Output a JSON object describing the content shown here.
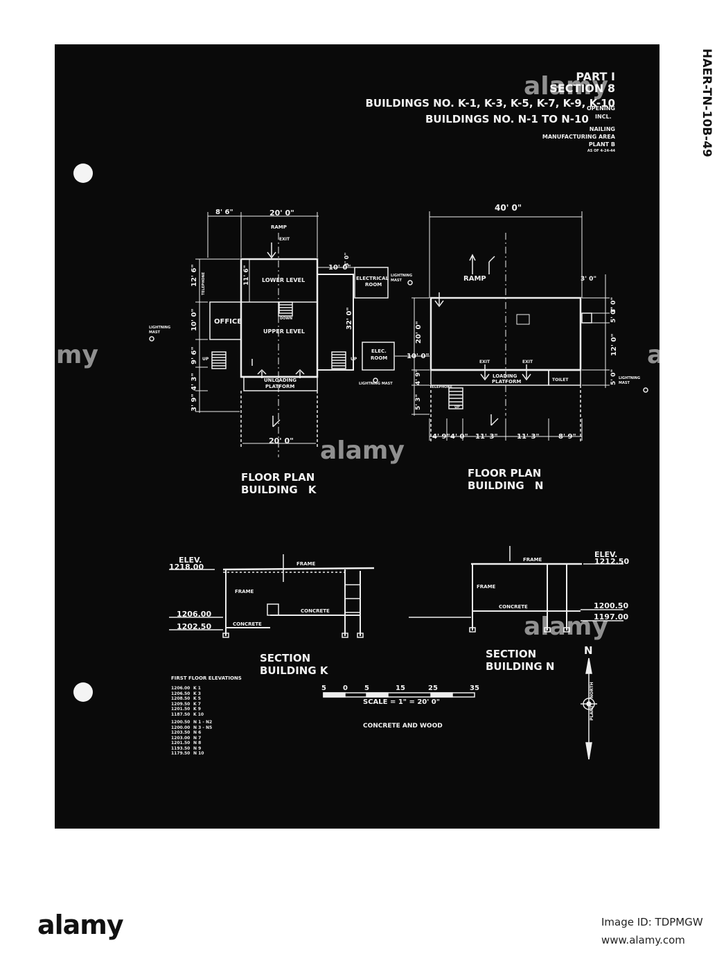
{
  "title_block": {
    "line1": "PART I",
    "line2": "SECTION 8",
    "line3": "BUILDINGS NO. K-1, K-3, K-5, K-7, K-9, K-10",
    "line4_small": "OPENING",
    "line5": "BUILDINGS NO. N-1 TO N-10",
    "line5_incl": "INCL.",
    "line6": "NAILING",
    "line7": "MANUFACTURING AREA",
    "line8": "PLANT B",
    "line9": "AS OF 4-24-44"
  },
  "reference_number": "HAER-TN-10B-49",
  "plan_k": {
    "title_line1": "FLOOR PLAN",
    "title_line2": "BUILDING K",
    "dim_top_left": "8' 6\"",
    "dim_top": "20' 0\"",
    "dim_bottom": "20' 0\"",
    "dim_left_1": "12' 6\"",
    "dim_left_2": "10' 0\"",
    "dim_left_3": "9' 6\"",
    "dim_left_4": "4' 3\"",
    "dim_left_5": "3' 9\"",
    "dim_inner_1": "11' 6\"",
    "dim_mid_1": "10' 0\"",
    "dim_mid_2": "3' 0\"",
    "dim_mid_3": "32' 0\"",
    "dim_mid_4": "10' 0\"",
    "ramp": "RAMP",
    "exit": "EXIT",
    "lower_level": "LOWER LEVEL",
    "upper_level": "UPPER LEVEL",
    "down": "DOWN",
    "office": "OFFICE",
    "telephone": "TELEPHONE",
    "up1": "UP",
    "up2": "UP",
    "unloading_1": "UNLOADING",
    "unloading_2": "PLATFORM",
    "electrical_1": "ELECTRICAL",
    "electrical_2": "ROOM",
    "elec_1": "ELEC.",
    "elec_2": "ROOM",
    "lightning_mast_1": "LIGHTNING",
    "lightning_mast_2": "MAST",
    "lightning_mast_bottom": "LIGHTNING MAST"
  },
  "plan_n": {
    "title_line1": "FLOOR PLAN",
    "title_line2": "BUILDING N",
    "dim_top": "40' 0\"",
    "dim_right_1": "3' 0\"",
    "dim_right_2": "3' 0\"",
    "dim_right_3": "5' 0\"",
    "dim_right_4": "12' 0\"",
    "dim_right_5": "5' 0\"",
    "dim_left_1": "20' 0\"",
    "dim_left_2": "4' 9\"",
    "dim_left_3": "5' 3\"",
    "dim_bottom": [
      "4' 9\"",
      "4' 0\"",
      "11' 3\"",
      "11' 3\"",
      "8' 9\""
    ],
    "ramp": "RAMP",
    "exit1": "EXIT",
    "exit2": "EXIT",
    "loading_1": "LOADING",
    "loading_2": "PLATFORM",
    "toilet": "TOILET",
    "telephone": "TELEPHONE",
    "up": "UP",
    "lightning_1": "LIGHTNING",
    "lightning_2": "MAST"
  },
  "section_k": {
    "title_line1": "SECTION",
    "title_line2": "BUILDING K",
    "elev_label": "ELEV.",
    "elev_top": "1218.00",
    "elev_mid": "1206.00",
    "elev_low": "1202.50",
    "frame_top": "FRAME",
    "frame_side": "FRAME",
    "concrete_1": "CONCRETE",
    "concrete_2": "CONCRETE"
  },
  "section_n": {
    "title_line1": "SECTION",
    "title_line2": "BUILDING N",
    "elev_label": "ELEV.",
    "elev_top": "1212.50",
    "elev_mid": "1200.50",
    "elev_low": "1197.00",
    "frame_top": "FRAME",
    "frame_side": "FRAME",
    "concrete": "CONCRETE"
  },
  "scale": {
    "ticks": [
      "5",
      "0",
      "5",
      "15",
      "25",
      "35"
    ],
    "label": "SCALE = 1\" = 20' 0\""
  },
  "materials": "CONCRETE AND WOOD",
  "north": {
    "letter": "N",
    "plant": "PLANT",
    "north_word": "NORTH"
  },
  "first_floor_elevations": {
    "heading": "FIRST FLOOR ELEVATIONS",
    "rows": [
      [
        "1206.00",
        "K 1"
      ],
      [
        "1206.50",
        "K 3"
      ],
      [
        "1208.50",
        "K 5"
      ],
      [
        "1209.50",
        "K 7"
      ],
      [
        "1201.50",
        "K 9"
      ],
      [
        "1187.50",
        "K 10"
      ],
      [
        "1200.50",
        "N 1 - N2"
      ],
      [
        "1200.00",
        "N 3 - N5"
      ],
      [
        "1203.50",
        "N 6"
      ],
      [
        "1203.00",
        "N 7"
      ],
      [
        "1201.50",
        "N 8"
      ],
      [
        "1193.50",
        "N 9"
      ],
      [
        "1179.50",
        "N 10"
      ]
    ]
  },
  "watermark": "alamy",
  "footer": {
    "logo": "alamy",
    "image_id": "Image ID: TDPMGW",
    "url": "www.alamy.com"
  }
}
